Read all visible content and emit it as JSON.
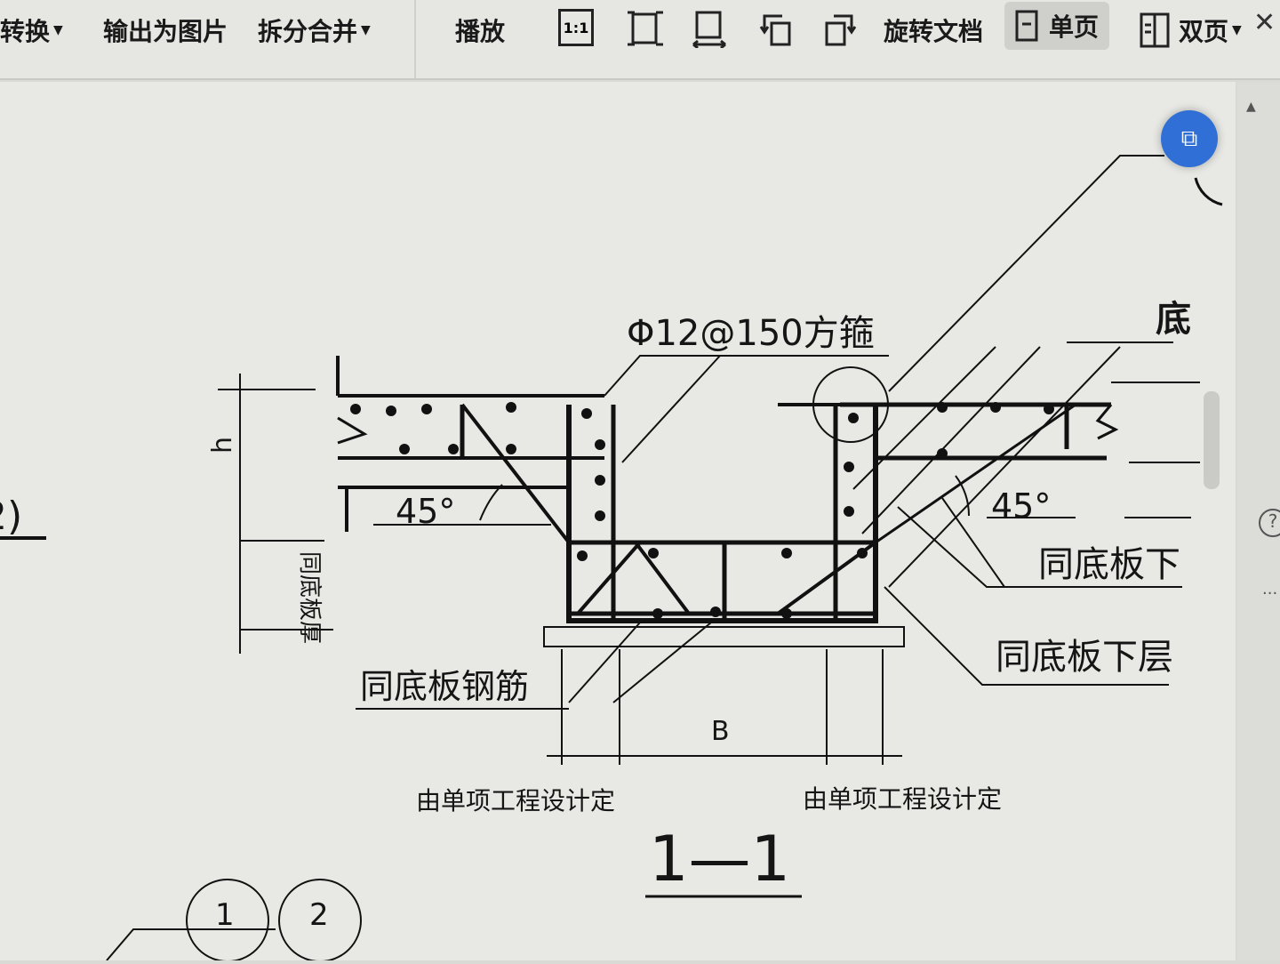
{
  "toolbar": {
    "convert_label": "转换",
    "export_image_label": "输出为图片",
    "split_merge_label": "拆分合并",
    "play_label": "播放",
    "actual_size_label": "1:1",
    "rotate_doc_label": "旋转文档",
    "single_page_label": "单页",
    "double_page_label": "双页"
  },
  "drawing": {
    "stirrup_label": "Φ12@150方箍",
    "top_right_label": "底",
    "angle_left": "45°",
    "angle_right": "45°",
    "same_bottom_slab_lower": "同底板下",
    "same_bottom_slab_lower_layer": "同底板下层",
    "same_bottom_slab_rebar": "同底板钢筋",
    "width_label": "B",
    "height_label": "h",
    "slab_thickness_label": "同底板厚",
    "by_design_left": "由单项工程设计定",
    "by_design_right": "由单项工程设计定",
    "section_title": "1—1",
    "callout_1": "1",
    "callout_2": "2",
    "left_partial": "2)"
  },
  "sidebar": {
    "help": "?",
    "more": "···"
  }
}
